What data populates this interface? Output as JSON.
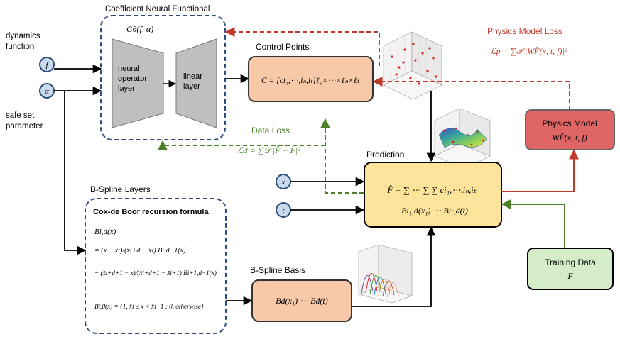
{
  "labels": {
    "dynamics_function": [
      "dynamics",
      "function"
    ],
    "safe_set_parameter": [
      "safe set",
      "parameter"
    ],
    "coefficient_title": "Coefficient Neural Functional",
    "g_theta": "Gθ(f, α)",
    "neural_operator": [
      "neural",
      "operator",
      "layer"
    ],
    "linear_layer": [
      "linear",
      "layer"
    ],
    "control_points_title": "Control Points",
    "control_points_formula": "C = [ci₁,⋯,iₙ,iₜ]ℓ₁×⋯×ℓₙ×ℓₜ",
    "physics_loss_title": "Physics Model Loss",
    "physics_loss_formula": "ℒp = ∑𝒫 |WF̂(x, t, f)|²",
    "data_loss_title": "Data Loss",
    "data_loss_formula": "ℒd = ∑𝒟 |F̂ − F|²",
    "prediction_title": "Prediction",
    "prediction_formula_1": "F̂ = ∑ ⋯ ∑ ∑ ci₁,⋯,iₙ,iₜ",
    "prediction_formula_2": "Bi₁,d(x₁) ⋯ Biₜ,d(t)",
    "physics_model_title": "Physics Model",
    "physics_model_formula": "WF̂(x, t, f)",
    "bspline_layers_title": "B-Spline Layers",
    "cox_de_boor": "Cox-de Boor recursion formula",
    "cox_line_1": "Bi,d(x)",
    "cox_line_2": "= (x − x̂i)/(x̂i+d − x̂i) Bi,d−1(x)",
    "cox_line_3": "+ (x̂i+d+1 − x)/(x̂i+d+1 − x̂i+1) Bi+1,d−1(x)",
    "cox_line_4": "Bi,0(x) = {1, x̂i ≤ x < x̂i+1 ; 0, otherwise}",
    "bspline_basis_title": "B-Spline Basis",
    "bspline_basis_formula": "Bd(x₁) ⋯ Bd(t)",
    "training_data_title": "Training Data",
    "training_data_var": "F",
    "node_f": "f",
    "node_alpha": "α",
    "node_x": "x",
    "node_t": "t"
  },
  "colors": {
    "navy_dashed": "#2f4b7c",
    "red": "#c0392b",
    "green": "#4b7f2a",
    "node_fill": "#c9d9ee",
    "control_fill": "#f8c9a8",
    "prediction_fill": "#fde49a",
    "physics_fill": "#e06666",
    "training_fill": "#d4edc8",
    "layer_fill": "#bfbfbf"
  }
}
